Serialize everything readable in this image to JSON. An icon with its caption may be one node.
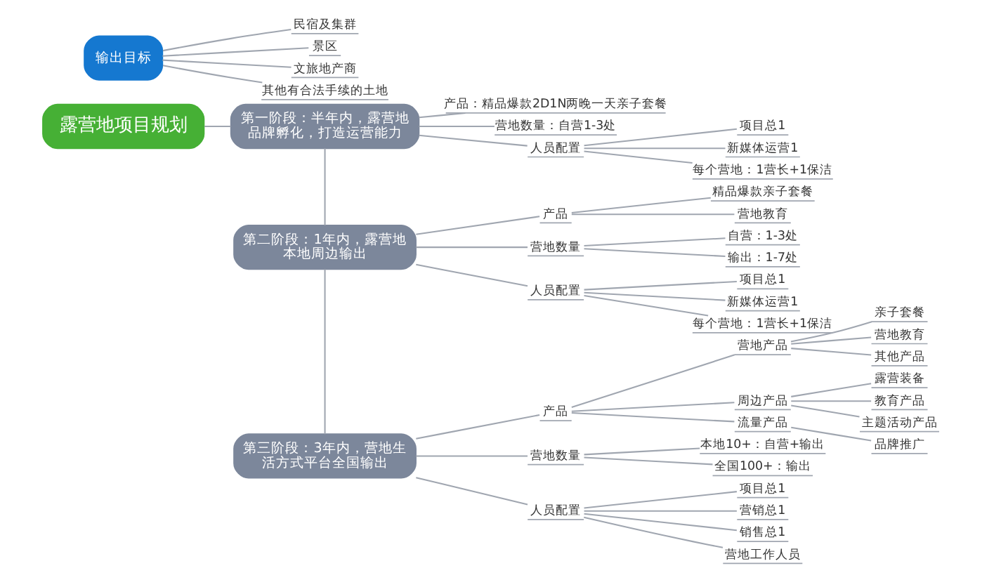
{
  "diagram": {
    "nodes": [
      {
        "text": [
          "露营地项目规划"
        ]
      },
      {
        "text": [
          "第一阶段：半年内，露营地品牌孵化，打造运营能力"
        ]
      },
      {
        "text": [
          "产品：精品爆款2D1N两晚一天亲子套餐"
        ]
      },
      {
        "text": [
          "营地数量：自营1-3处"
        ]
      },
      {
        "text": [
          "人员配置"
        ]
      },
      {
        "text": [
          "项目总1"
        ]
      },
      {
        "text": [
          "新媒体运营1"
        ]
      },
      {
        "text": [
          "每个营地：1营长+1保洁"
        ]
      },
      {
        "text": [
          "第二阶段：1年内，露营地本地周边输出"
        ]
      },
      {
        "text": [
          "产品"
        ]
      },
      {
        "text": [
          "精品爆款亲子套餐"
        ]
      },
      {
        "text": [
          "营地教育"
        ]
      },
      {
        "text": [
          "营地数量"
        ]
      },
      {
        "text": [
          "自营：1-3处"
        ]
      },
      {
        "text": [
          "输出：1-7处"
        ]
      },
      {
        "text": [
          "人员配置"
        ]
      },
      {
        "text": [
          "项目总1"
        ]
      },
      {
        "text": [
          "新媒体运营1"
        ]
      },
      {
        "text": [
          "每个营地：1营长+1保洁"
        ]
      },
      {
        "text": [
          "第三阶段：3年内，营地生活方式平台全国输出"
        ]
      },
      {
        "text": [
          "产品"
        ]
      },
      {
        "text": [
          "营地产品"
        ]
      },
      {
        "text": [
          "亲子套餐"
        ]
      },
      {
        "text": [
          "营地教育"
        ]
      },
      {
        "text": [
          "其他产品"
        ]
      },
      {
        "text": [
          "周边产品"
        ]
      },
      {
        "text": [
          "露营装备"
        ]
      },
      {
        "text": [
          "教育产品"
        ]
      },
      {
        "text": [
          "主题活动产品"
        ]
      },
      {
        "text": [
          "流量产品"
        ]
      },
      {
        "text": [
          "品牌推广"
        ]
      },
      {
        "text": [
          "营地数量"
        ]
      },
      {
        "text": [
          "本地10+：自营+输出"
        ]
      },
      {
        "text": [
          "全国100+：输出"
        ]
      },
      {
        "text": [
          "人员配置"
        ]
      },
      {
        "text": [
          "项目总1"
        ]
      },
      {
        "text": [
          "营销总1"
        ]
      },
      {
        "text": [
          "销售总1"
        ]
      },
      {
        "text": [
          "营地工作人员"
        ]
      },
      {
        "text": [
          "输出目标"
        ]
      },
      {
        "text": [
          "民宿及集群"
        ]
      },
      {
        "text": [
          "景区"
        ]
      },
      {
        "text": [
          "文旅地产商"
        ]
      },
      {
        "text": [
          "其他有合法手续的土地"
        ]
      }
    ],
    "edges": [
      {
        "from": 0,
        "to": 1,
        "arrow": "none"
      },
      {
        "from": 1,
        "to": 2,
        "arrow": "none"
      },
      {
        "from": 1,
        "to": 3,
        "arrow": "none"
      },
      {
        "from": 1,
        "to": 4,
        "arrow": "none"
      },
      {
        "from": 4,
        "to": 5,
        "arrow": "none"
      },
      {
        "from": 4,
        "to": 6,
        "arrow": "none"
      },
      {
        "from": 4,
        "to": 7,
        "arrow": "none"
      },
      {
        "from": 1,
        "to": 8,
        "arrow": "none"
      },
      {
        "from": 8,
        "to": 9,
        "arrow": "none"
      },
      {
        "from": 9,
        "to": 10,
        "arrow": "none"
      },
      {
        "from": 9,
        "to": 11,
        "arrow": "none"
      },
      {
        "from": 8,
        "to": 12,
        "arrow": "none"
      },
      {
        "from": 12,
        "to": 13,
        "arrow": "none"
      },
      {
        "from": 12,
        "to": 14,
        "arrow": "none"
      },
      {
        "from": 8,
        "to": 15,
        "arrow": "none"
      },
      {
        "from": 15,
        "to": 16,
        "arrow": "none"
      },
      {
        "from": 15,
        "to": 17,
        "arrow": "none"
      },
      {
        "from": 15,
        "to": 18,
        "arrow": "none"
      },
      {
        "from": 8,
        "to": 19,
        "arrow": "none"
      },
      {
        "from": 19,
        "to": 20,
        "arrow": "none"
      },
      {
        "from": 20,
        "to": 21,
        "arrow": "none"
      },
      {
        "from": 21,
        "to": 22,
        "arrow": "none"
      },
      {
        "from": 21,
        "to": 23,
        "arrow": "none"
      },
      {
        "from": 21,
        "to": 24,
        "arrow": "none"
      },
      {
        "from": 20,
        "to": 25,
        "arrow": "none"
      },
      {
        "from": 25,
        "to": 26,
        "arrow": "none"
      },
      {
        "from": 25,
        "to": 27,
        "arrow": "none"
      },
      {
        "from": 25,
        "to": 28,
        "arrow": "none"
      },
      {
        "from": 20,
        "to": 29,
        "arrow": "none"
      },
      {
        "from": 29,
        "to": 30,
        "arrow": "none"
      },
      {
        "from": 19,
        "to": 31,
        "arrow": "none"
      },
      {
        "from": 31,
        "to": 32,
        "arrow": "none"
      },
      {
        "from": 31,
        "to": 33,
        "arrow": "none"
      },
      {
        "from": 19,
        "to": 34,
        "arrow": "none"
      },
      {
        "from": 34,
        "to": 35,
        "arrow": "none"
      },
      {
        "from": 34,
        "to": 36,
        "arrow": "none"
      },
      {
        "from": 34,
        "to": 37,
        "arrow": "none"
      },
      {
        "from": 34,
        "to": 38,
        "arrow": "none"
      },
      {
        "from": 39,
        "to": 40,
        "arrow": "none"
      },
      {
        "from": 39,
        "to": 41,
        "arrow": "none"
      },
      {
        "from": 39,
        "to": 42,
        "arrow": "none"
      },
      {
        "from": 39,
        "to": 43,
        "arrow": "none"
      }
    ]
  }
}
